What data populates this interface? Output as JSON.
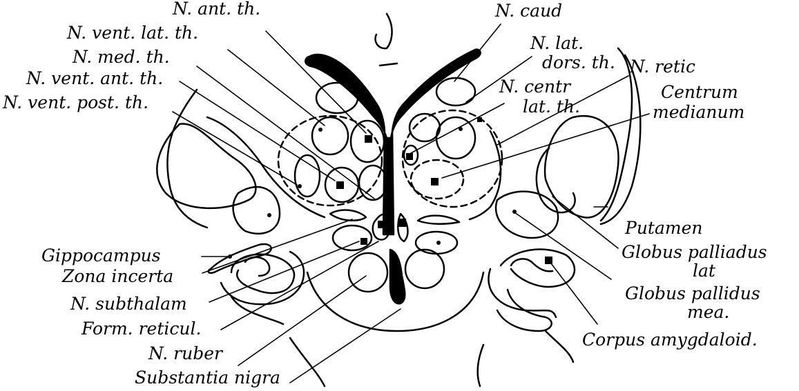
{
  "labels": {
    "n_ant_th": "N. ant. th.",
    "n_vent_lat_th": "N. vent. lat. th.",
    "n_med_th": "N. med. th.",
    "n_vent_ant_th": "N. vent. ant. th.",
    "n_vent_post_th": "N. vent. post. th.",
    "n_caud": "N. caud",
    "n_lat_dors_th_1": "N. lat.",
    "n_lat_dors_th_2": "dors. th.",
    "n_retic": "N. retic",
    "n_centr_lat_th_1": "N. centr",
    "n_centr_lat_th_2": "lat. th.",
    "centrum_medianum_1": "Centrum",
    "centrum_medianum_2": "medianum",
    "putamen": "Putamen",
    "globus_pallidus_lat_1": "Globus palliadus",
    "globus_pallidus_lat_2": "lat",
    "globus_pallidus_med_1": "Globus pallidus",
    "globus_pallidus_med_2": "mea.",
    "corpus_amygdaloid": "Corpus amygdaloid.",
    "gippocampus": "Gippocampus",
    "zona_incerta": "Zona incerta",
    "n_subthalam": "N. subthalam",
    "form_reticul": "Form. reticul.",
    "n_ruber": "N. ruber",
    "substantia_nigra": "Substantia nigra"
  },
  "colors": {
    "ink": "#000000",
    "background": "#ffffff"
  }
}
